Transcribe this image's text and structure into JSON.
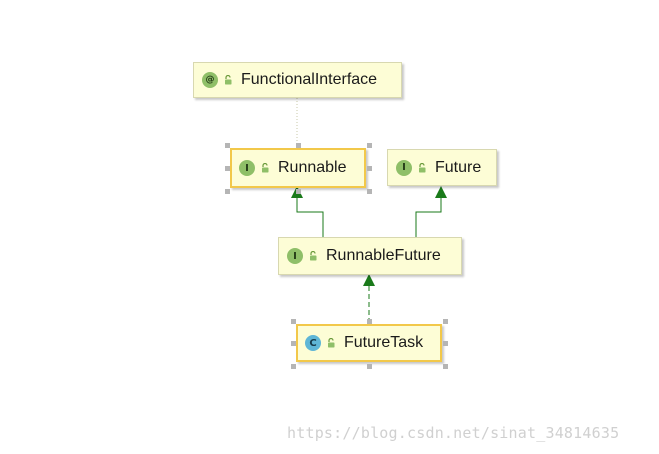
{
  "nodes": {
    "functional_interface": {
      "badge": "@",
      "kind": "annotation",
      "label": "FunctionalInterface"
    },
    "runnable": {
      "badge": "I",
      "kind": "interface",
      "label": "Runnable"
    },
    "future": {
      "badge": "I",
      "kind": "interface",
      "label": "Future"
    },
    "runnable_future": {
      "badge": "I",
      "kind": "interface",
      "label": "RunnableFuture"
    },
    "future_task": {
      "badge": "C",
      "kind": "class",
      "label": "FutureTask"
    }
  },
  "edges": [
    {
      "from": "functional_interface",
      "to": "runnable",
      "type": "annotation-link"
    },
    {
      "from": "runnable_future",
      "to": "runnable",
      "type": "extends"
    },
    {
      "from": "runnable_future",
      "to": "future",
      "type": "extends"
    },
    {
      "from": "future_task",
      "to": "runnable_future",
      "type": "implements"
    }
  ],
  "colors": {
    "node_fill": "#fdfdd6",
    "selected_border": "#f2c84a",
    "edge": "#1a7a1a",
    "interface_badge": "#8fbf68",
    "class_badge": "#5fb6d6"
  },
  "icons": {
    "access": "unlock-icon"
  },
  "watermark": "https://blog.csdn.net/sinat_34814635"
}
